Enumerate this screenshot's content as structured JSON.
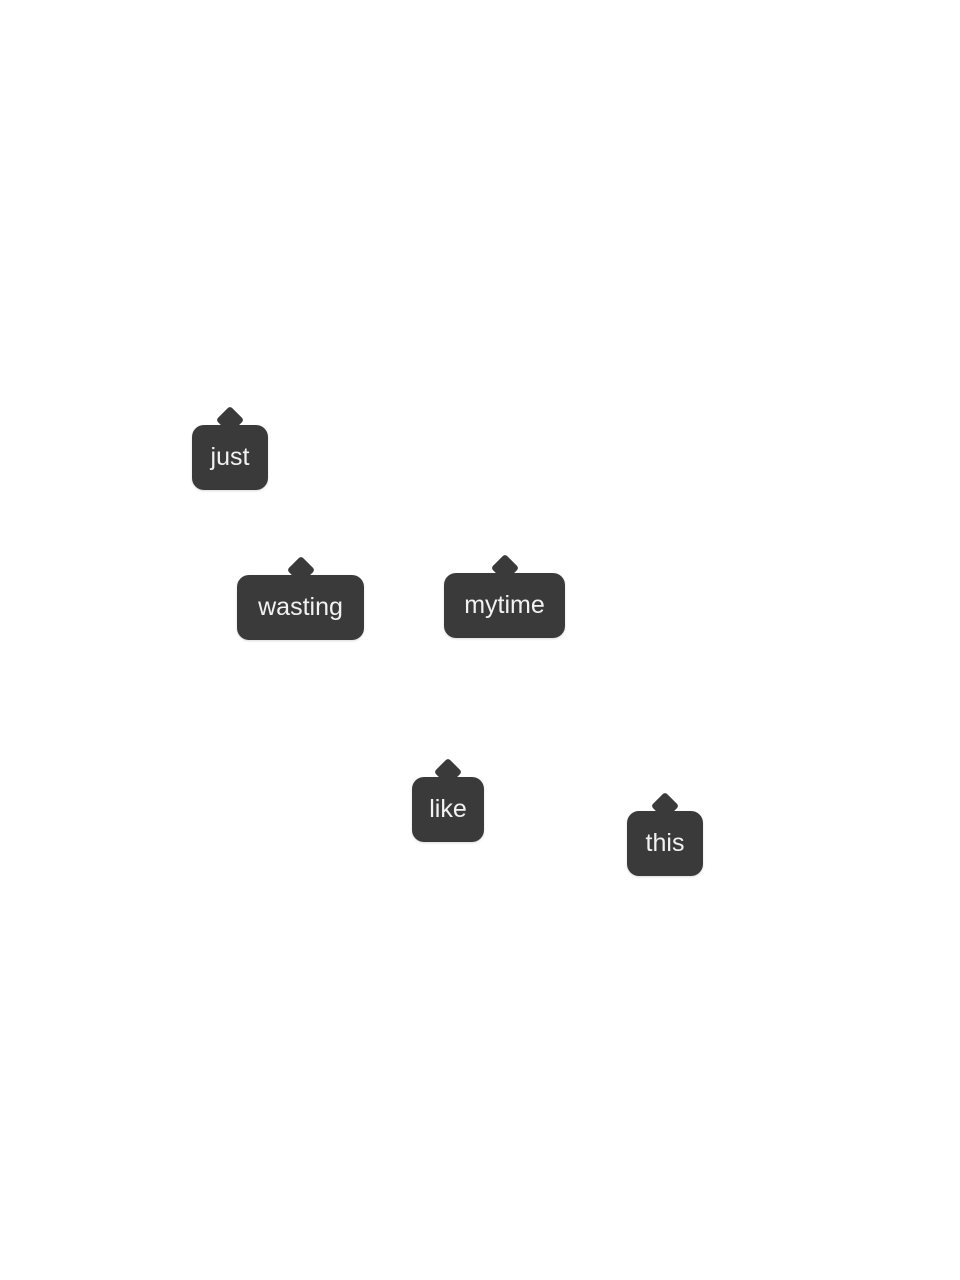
{
  "tags": [
    {
      "label": "just"
    },
    {
      "label": "wasting"
    },
    {
      "label": "mytime"
    },
    {
      "label": "like"
    },
    {
      "label": "this"
    }
  ],
  "colors": {
    "background": "#ffffff",
    "tag_fill": "#3a3a3a",
    "tag_text": "#f2f2f2"
  }
}
